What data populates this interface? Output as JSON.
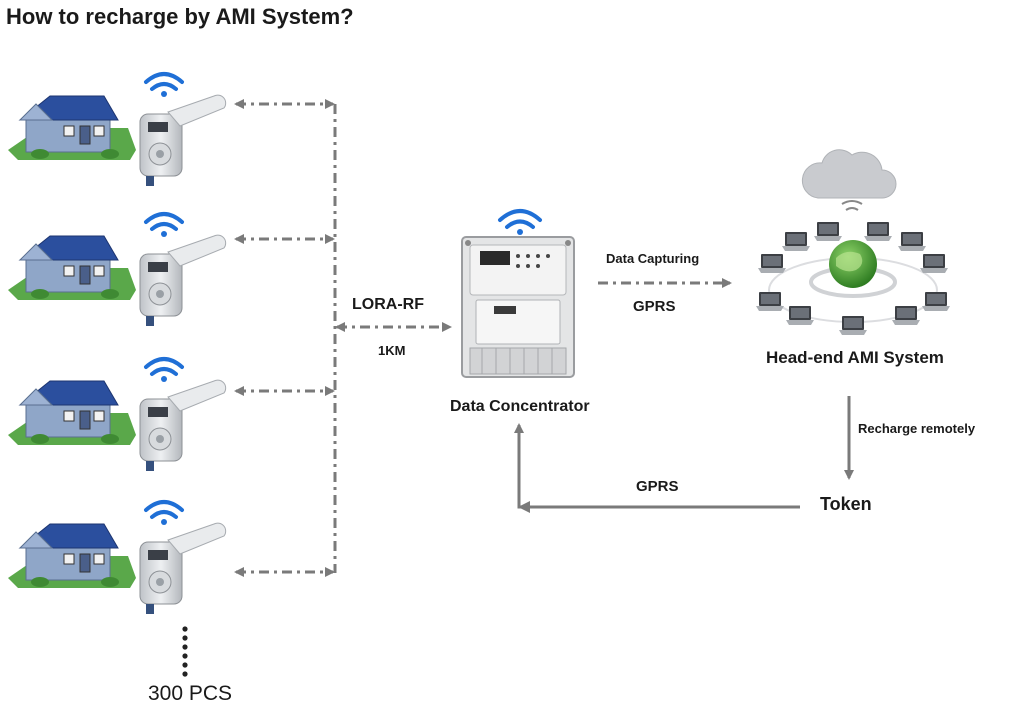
{
  "title": "How to recharge by AMI System?",
  "labels": {
    "lora_rf": "LORA-RF",
    "distance": "1KM",
    "data_concentrator": "Data Concentrator",
    "data_capturing": "Data Capturing",
    "gprs_uplink": "GPRS",
    "head_end": "Head-end AMI System",
    "recharge_remotely": "Recharge remotely",
    "token": "Token",
    "gprs_downlink": "GPRS",
    "quantity": "300 PCS"
  },
  "icons": {
    "house": "house-icon",
    "meter": "water-meter-icon",
    "wifi": "wifi-signal-icon",
    "concentrator": "data-concentrator-icon",
    "cloud": "cloud-icon",
    "globe": "globe-network-icon",
    "laptop": "laptop-icon"
  },
  "colors": {
    "roof": "#2b4f9e",
    "wall": "#8fa6c8",
    "grass": "#5aa84a",
    "wifi": "#1f6fd6",
    "arrow": "#7a7a7a",
    "globe": "#3f9a2e"
  }
}
